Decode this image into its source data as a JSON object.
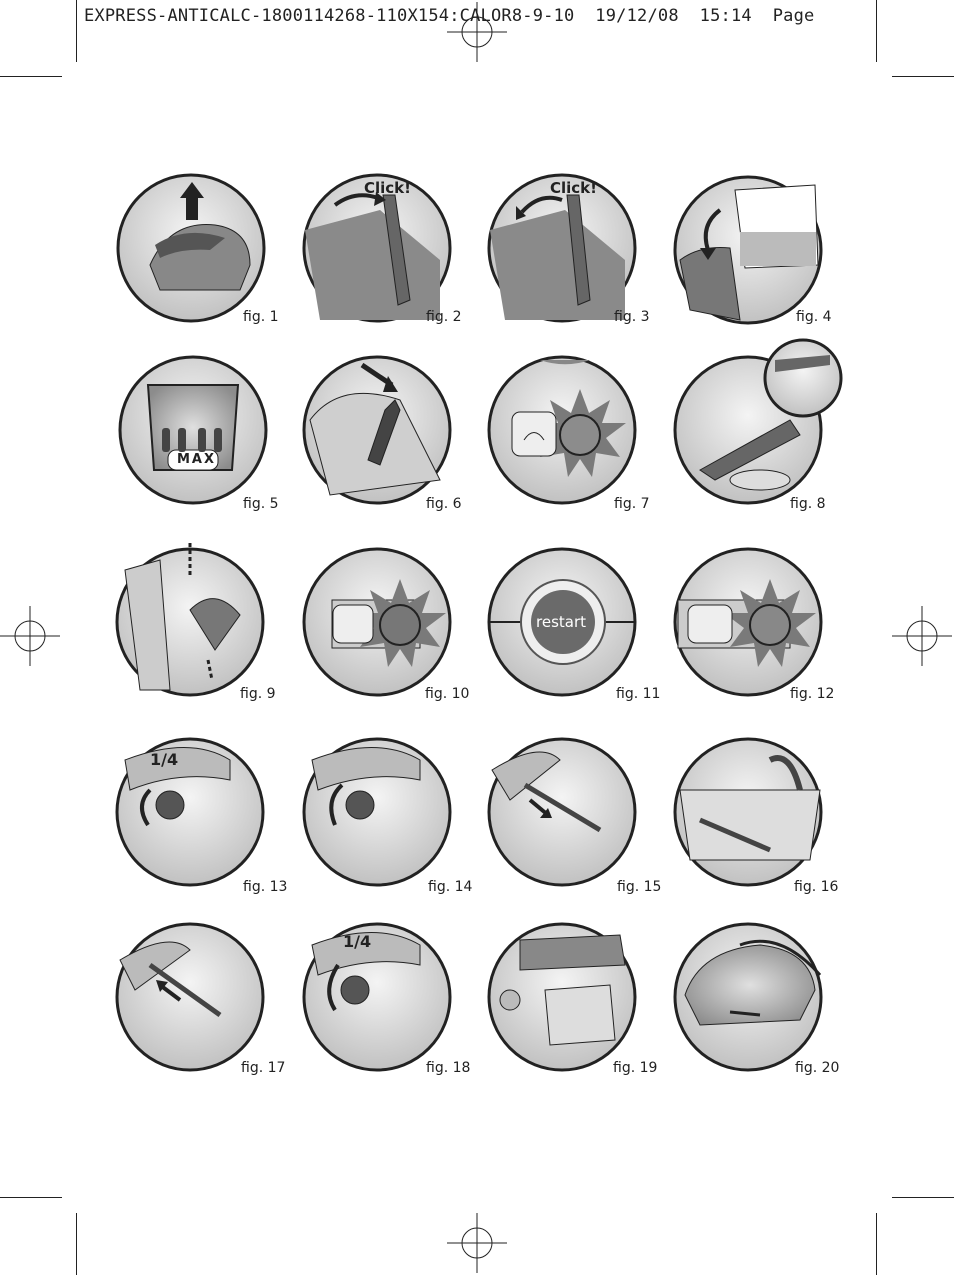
{
  "header": {
    "text": "EXPRESS-ANTICALC-1800114268-110X154:CALOR8-9-10  19/12/08  15:14  Page"
  },
  "figures": [
    {
      "label": "fig. 1",
      "caption": ""
    },
    {
      "label": "fig. 2",
      "caption": "Click!"
    },
    {
      "label": "fig. 3",
      "caption": "Click!"
    },
    {
      "label": "fig. 4",
      "caption": ""
    },
    {
      "label": "fig. 5",
      "caption": "MAX"
    },
    {
      "label": "fig. 6",
      "caption": ""
    },
    {
      "label": "fig. 7",
      "caption": ""
    },
    {
      "label": "fig. 8",
      "caption": ""
    },
    {
      "label": "fig. 9",
      "caption": ""
    },
    {
      "label": "fig. 10",
      "caption": ""
    },
    {
      "label": "fig. 11",
      "caption": "restart"
    },
    {
      "label": "fig. 12",
      "caption": ""
    },
    {
      "label": "fig. 13",
      "caption": "1/4"
    },
    {
      "label": "fig. 14",
      "caption": ""
    },
    {
      "label": "fig. 15",
      "caption": ""
    },
    {
      "label": "fig. 16",
      "caption": ""
    },
    {
      "label": "fig. 17",
      "caption": ""
    },
    {
      "label": "fig. 18",
      "caption": "1/4"
    },
    {
      "label": "fig. 19",
      "caption": ""
    },
    {
      "label": "fig. 20",
      "caption": ""
    }
  ]
}
